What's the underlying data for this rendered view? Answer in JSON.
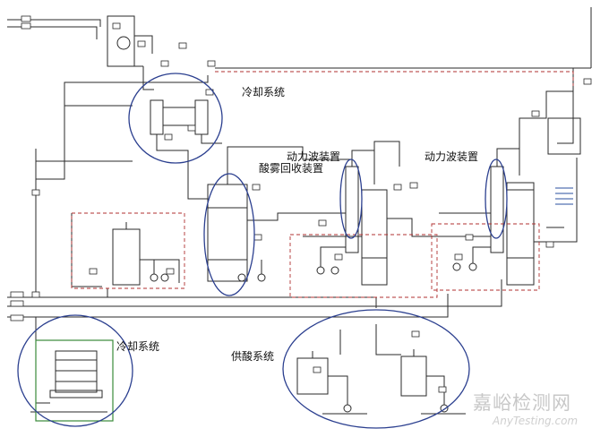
{
  "labels": {
    "cooling_system_top": "冷却系统",
    "acid_mist_recovery": "酸雾回收装置",
    "dynamic_wave_1": "动力波装置",
    "dynamic_wave_2": "动力波装置",
    "cooling_system_bottom": "冷却系统",
    "acid_supply_system": "供酸系统"
  },
  "watermark": {
    "cn": "嘉峪检测网",
    "en": "AnyTesting.com"
  },
  "colors": {
    "line": "#2a2a2a",
    "ellipse": "#2b3f8f",
    "dashed_red": "#b03030",
    "green_frame": "#3a8a3a"
  }
}
